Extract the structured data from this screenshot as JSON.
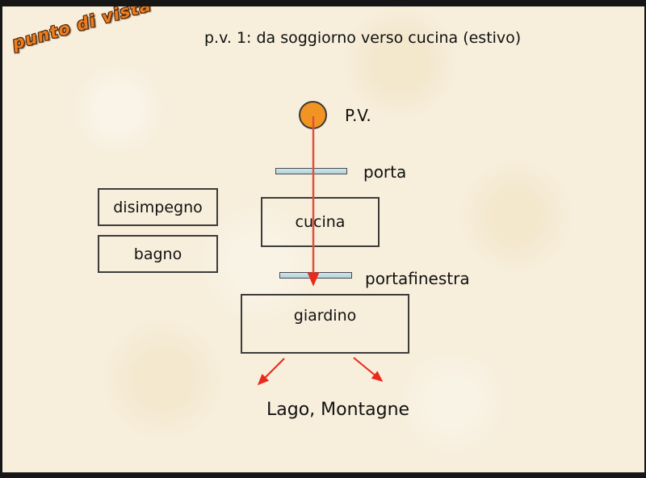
{
  "slide": {
    "title": "p.v. 1: da soggiorno verso cucina (estivo)",
    "wordart": "punto di vista",
    "viewpoint_label": "P.V.",
    "labels": {
      "porta": "porta",
      "portafinestra": "portafinestra",
      "bottom": "Lago, Montagne"
    },
    "rooms": [
      {
        "id": "disimpegno",
        "label": "disimpegno"
      },
      {
        "id": "bagno",
        "label": "bagno"
      },
      {
        "id": "cucina",
        "label": "cucina"
      },
      {
        "id": "giardino",
        "label": "giardino"
      }
    ],
    "colors": {
      "background": "#f7eedb",
      "frame": "#161616",
      "circle_fill": "#f29422",
      "bar_fill": "#bcd9e2",
      "sight_line": "#e0503a",
      "arrow": "#e8291c",
      "wordart_fill": "#ee7d1f",
      "text": "#111111"
    }
  }
}
